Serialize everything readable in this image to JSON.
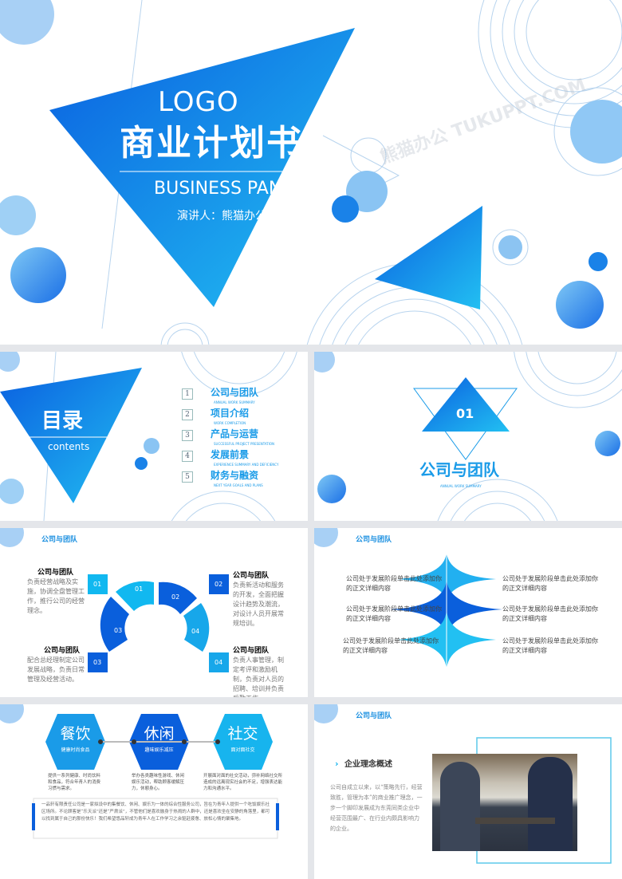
{
  "cover": {
    "logo": "LOGO",
    "title": "商业计划书",
    "subtitle": "BUSINESS PAN",
    "presenter": "演讲人：熊猫办公",
    "watermark": "熊猫办公 TUKUPPT.COM"
  },
  "toc": {
    "title": "目录",
    "subtitle": "contents",
    "items": [
      {
        "num": "1",
        "label": "公司与团队",
        "en": "ANNUAL WORK SUMMARY"
      },
      {
        "num": "2",
        "label": "项目介绍",
        "en": "WORK COMPLETION"
      },
      {
        "num": "3",
        "label": "产品与运营",
        "en": "SUCCESSFUL PROJECT PRESENTATION"
      },
      {
        "num": "4",
        "label": "发展前景",
        "en": "EXPERIENCE SUMMARY AND DEFICIENCY"
      },
      {
        "num": "5",
        "label": "财务与融资",
        "en": "NEXT YEAR GOALS AND PLANS"
      }
    ]
  },
  "section": {
    "num": "01",
    "title": "公司与团队",
    "en": "ANNUAL WORK SUMMARY"
  },
  "slide4": {
    "header": "公司与团队",
    "items": [
      {
        "num": "01",
        "title": "公司与团队",
        "text": "负责经营战略及实施，协调全盘管理工作，推行公司的经营理念。"
      },
      {
        "num": "02",
        "title": "公司与团队",
        "text": "负责新活动和服务的开发，全面把握设计趋势及潮流，对设计人员开展常规培训。"
      },
      {
        "num": "03",
        "title": "公司与团队",
        "text": "配合总经理制定公司发展战略，负责日常管理及经营活动。"
      },
      {
        "num": "04",
        "title": "公司与团队",
        "text": "负责人事管理，制定考评和激励机制，负责对人员的招聘、培训并负责后勤工作。"
      }
    ],
    "arc": [
      "01",
      "02",
      "03",
      "04"
    ]
  },
  "slide5": {
    "header": "公司与团队",
    "texts": [
      "公司处于发展阶段单击此处添加你的正文详细内容",
      "公司处于发展阶段单击此处添加你的正文详细内容",
      "公司处于发展阶段单击此处添加你的正文详细内容",
      "公司处于发展阶段单击此处添加你的正文详细内容",
      "公司处于发展阶段单击此处添加你的正文详细内容",
      "公司处于发展阶段单击此处添加你的正文详细内容"
    ]
  },
  "slide6": {
    "hexes": [
      {
        "title": "餐饮",
        "sub": "健康时尚食品",
        "text": "提供一系列健康、时尚饮料和食品，符合年青人的消费习惯与需求。",
        "color": "#1a9be8"
      },
      {
        "title": "休闲",
        "sub": "趣味娱乐减压",
        "text": "举办各类趣味性游戏、休闲娱乐活动，帮助顾客缓解压力，休憩身心。",
        "color": "#0a5fdc"
      },
      {
        "title": "社交",
        "sub": "面对面社交",
        "text": "开展面对面的社交活动，弥补网络社交所造成的远离现实社会的不足，增强表达能力和沟通水平。",
        "color": "#17b4ee"
      }
    ],
    "paragraph": "一品轩有限责任公司是一家拟设中的集餐饮、休闲、娱乐为一体的综合性服务公司，旨在为青年人提供一个吃饭娱乐社区场所。不论顾客是“乐天派”还是“严肃派”，不管他们是喜欢融身于热闹的人群中，还是喜欢坐在安静的角落里，都可以找到属于自己的那份快乐！我们希望悠品轩成为青年人在工作学习之余驱赶疲惫、放松心情的聚集地。"
  },
  "slide7": {
    "header": "公司与团队",
    "heading": "企业理念概述",
    "text": "公司自成立以来，以“策略先行，经营致胜，管理为本”的商业推广理念，一步一个脚印发展成为东莞同类企业中经营范围最广、在行业内颇具影响力的企业。"
  },
  "colors": {
    "primary": "#1a7fe8",
    "light": "#2cb8f0",
    "dark": "#0a55d8"
  }
}
